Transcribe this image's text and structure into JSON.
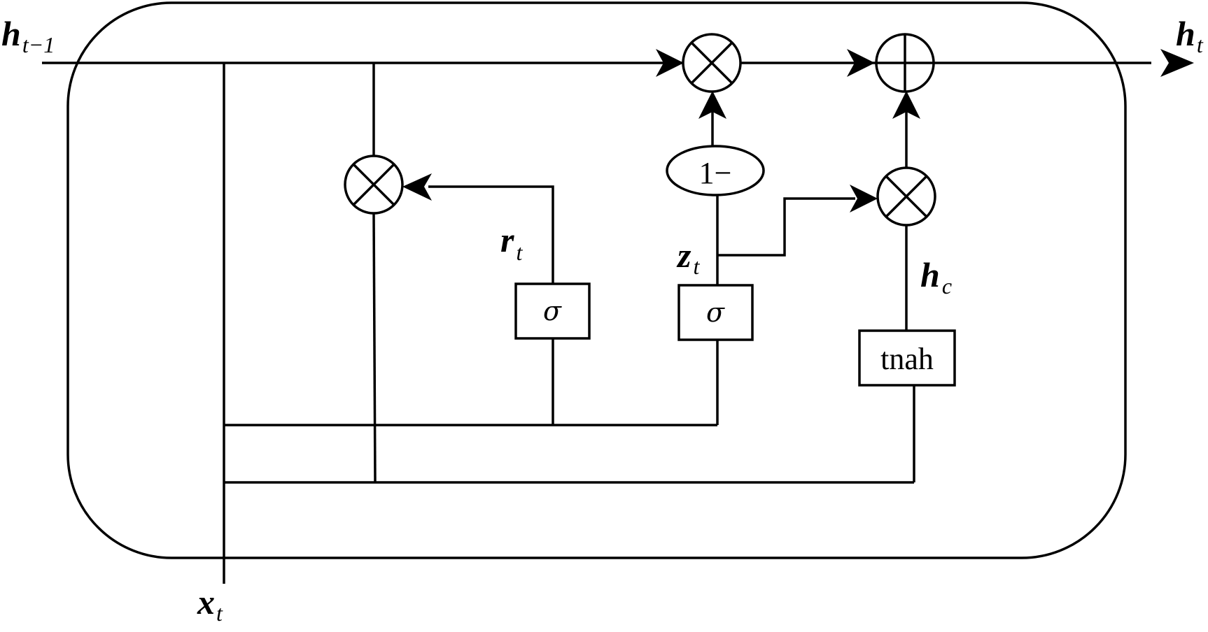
{
  "diagram": {
    "inputs": {
      "h_prev": {
        "main": "h",
        "sub": "t−1"
      },
      "x_t": {
        "main": "x",
        "sub": "t"
      }
    },
    "output": {
      "h_t": {
        "main": "h",
        "sub": "t"
      }
    },
    "gates": {
      "reset": {
        "label": {
          "main": "r",
          "sub": "t"
        },
        "symbol": "σ"
      },
      "update": {
        "label": {
          "main": "z",
          "sub": "t"
        },
        "symbol": "σ"
      },
      "candidate": {
        "label": {
          "main": "h",
          "sub": "c"
        },
        "symbol": "tnah"
      }
    },
    "one_minus": "1−"
  }
}
